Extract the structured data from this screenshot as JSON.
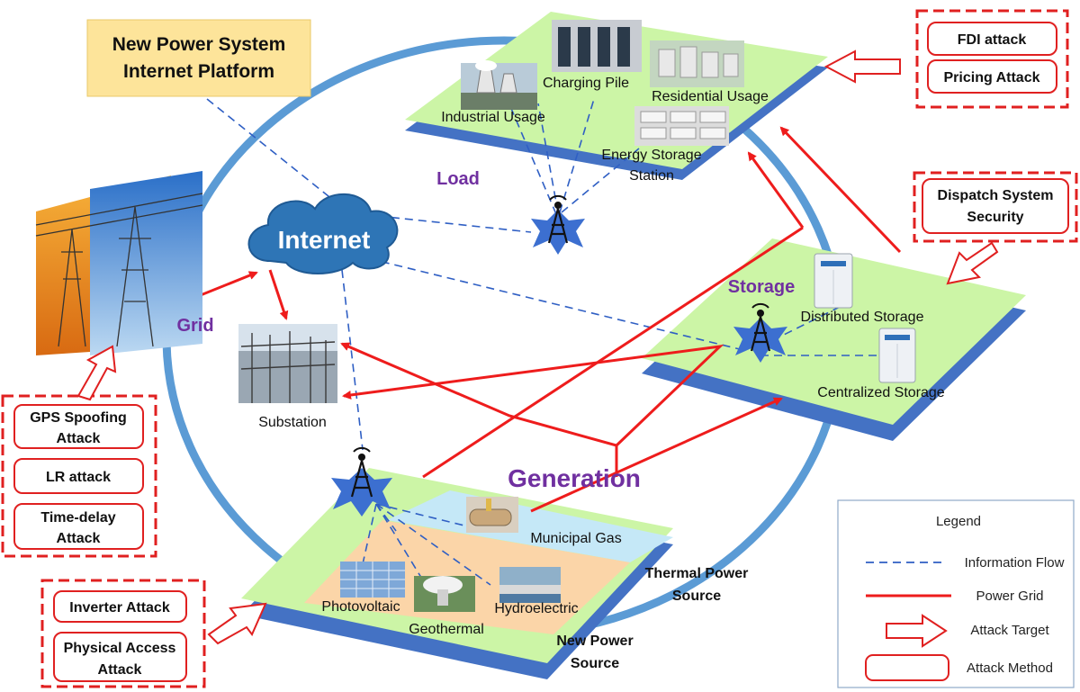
{
  "platform": {
    "line1": "New Power System",
    "line2": "Internet Platform"
  },
  "internet": "Internet",
  "grid": "Grid",
  "substation": "Substation",
  "load": {
    "title": "Load",
    "industrial": "Industrial Usage",
    "charging": "Charging Pile",
    "residential": "Residential Usage",
    "storage_station_1": "Energy Storage",
    "storage_station_2": "Station"
  },
  "storage": {
    "title": "Storage",
    "distributed": "Distributed Storage",
    "centralized": "Centralized Storage"
  },
  "generation": {
    "title": "Generation",
    "municipal_gas": "Municipal Gas",
    "photovoltaic": "Photovoltaic",
    "geothermal": "Geothermal",
    "hydroelectric": "Hydroelectric",
    "thermal_1": "Thermal Power",
    "thermal_2": "Source",
    "new_power_1": "New Power",
    "new_power_2": "Source"
  },
  "attacks": {
    "fdi": "FDI  attack",
    "pricing": "Pricing Attack",
    "dispatch_1": "Dispatch System",
    "dispatch_2": "Security",
    "gps_1": "GPS Spoofing",
    "gps_2": "Attack",
    "lr": "LR attack",
    "timedelay_1": "Time-delay",
    "timedelay_2": "Attack",
    "inverter": "Inverter Attack",
    "physical_1": "Physical Access",
    "physical_2": "Attack"
  },
  "legend": {
    "title": "Legend",
    "info_flow": "Information Flow",
    "power_grid": "Power Grid",
    "attack_target": "Attack Target",
    "attack_method": "Attack Method"
  },
  "colors": {
    "ring": "#5b9bd5",
    "plane_green": "#ccf5a6",
    "plane_blue": "#4472c4",
    "info_flow": "#2f5fc4",
    "power_grid": "#ee1c1c",
    "attack": "#e02020",
    "title_purple": "#7030a0",
    "platform_bg": "#fde49a"
  }
}
